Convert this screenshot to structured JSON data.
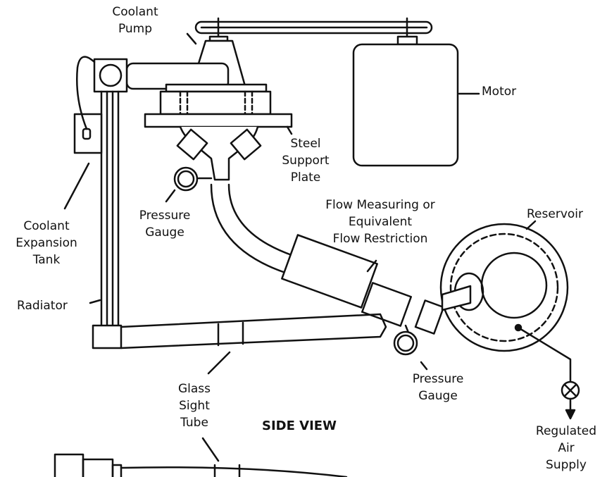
{
  "labels": {
    "coolant_pump": [
      "Coolant",
      "Pump"
    ],
    "motor": [
      "Motor"
    ],
    "steel_support_plate": [
      "Steel",
      "Support",
      "Plate"
    ],
    "pressure_gauge_upper": [
      "Pressure",
      "Gauge"
    ],
    "coolant_expansion_tank": [
      "Coolant",
      "Expansion",
      "Tank"
    ],
    "radiator": [
      "Radiator"
    ],
    "flow_measuring": [
      "Flow Measuring or",
      "Equivalent",
      "Flow Restriction"
    ],
    "reservoir": [
      "Reservoir"
    ],
    "pressure_gauge_lower": [
      "Pressure",
      "Gauge"
    ],
    "glass_sight_tube": [
      "Glass",
      "Sight",
      "Tube"
    ],
    "side_view": [
      "SIDE VIEW"
    ],
    "regulated_air_supply": [
      "Regulated",
      "Air",
      "Supply"
    ]
  },
  "colors": {
    "stroke": "#111111",
    "background": "#ffffff"
  }
}
